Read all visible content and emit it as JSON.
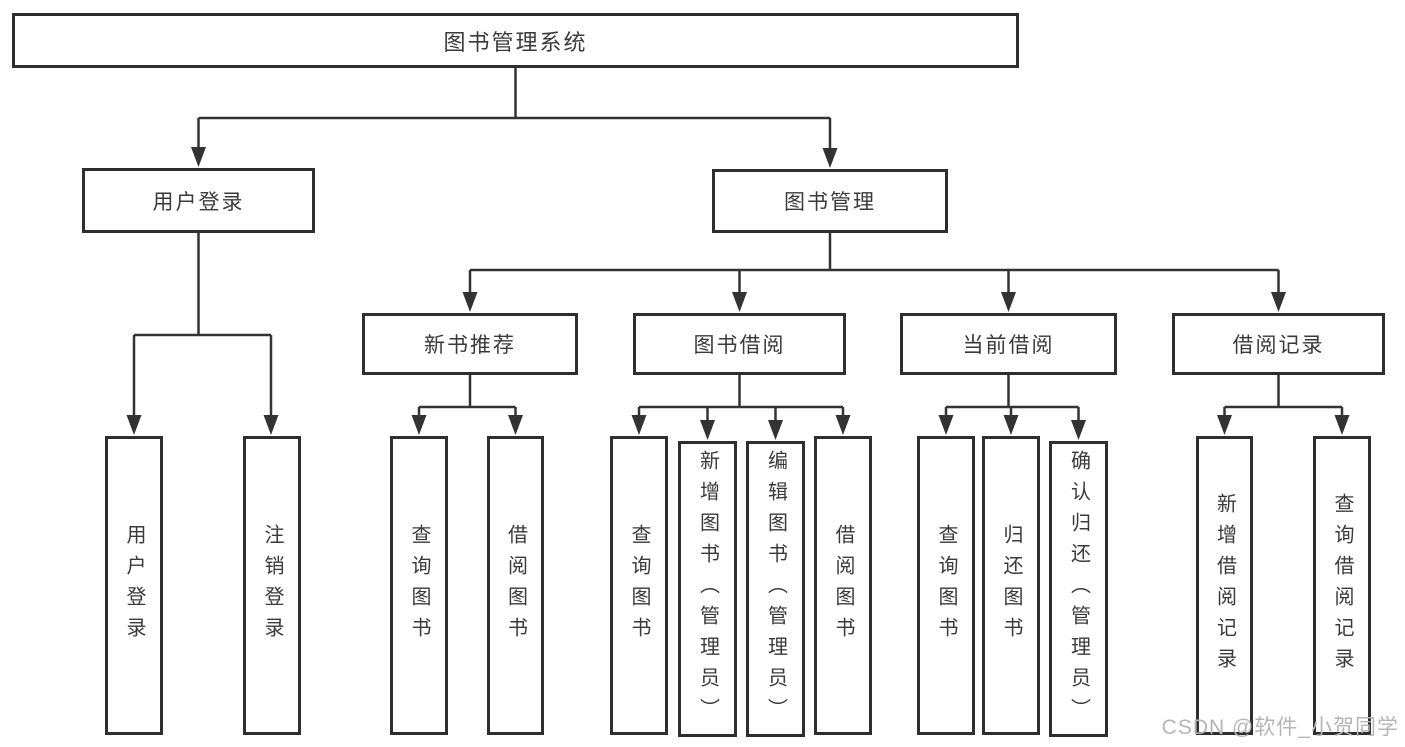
{
  "diagram": {
    "root": {
      "label": "图书管理系统"
    },
    "branches": [
      {
        "label": "用户登录",
        "leaves": [
          {
            "label": "用户登录"
          },
          {
            "label": "注销登录"
          }
        ]
      },
      {
        "label": "图书管理",
        "groups": [
          {
            "label": "新书推荐",
            "leaves": [
              {
                "label": "查询图书"
              },
              {
                "label": "借阅图书"
              }
            ]
          },
          {
            "label": "图书借阅",
            "leaves": [
              {
                "label": "查询图书"
              },
              {
                "label": "新增图书（管理员）"
              },
              {
                "label": "编辑图书（管理员）"
              },
              {
                "label": "借阅图书"
              }
            ]
          },
          {
            "label": "当前借阅",
            "leaves": [
              {
                "label": "查询图书"
              },
              {
                "label": "归还图书"
              },
              {
                "label": "确认归还（管理员）"
              }
            ]
          },
          {
            "label": "借阅记录",
            "leaves": [
              {
                "label": "新增借阅记录"
              },
              {
                "label": "查询借阅记录"
              }
            ]
          }
        ]
      }
    ]
  },
  "watermark": {
    "text": "CSDN @软件_小贺同学"
  },
  "colors": {
    "box_border": "#2e2e2e",
    "connector": "#333333",
    "text": "#3a3a3a",
    "watermark_text": "#b5b5b5"
  }
}
